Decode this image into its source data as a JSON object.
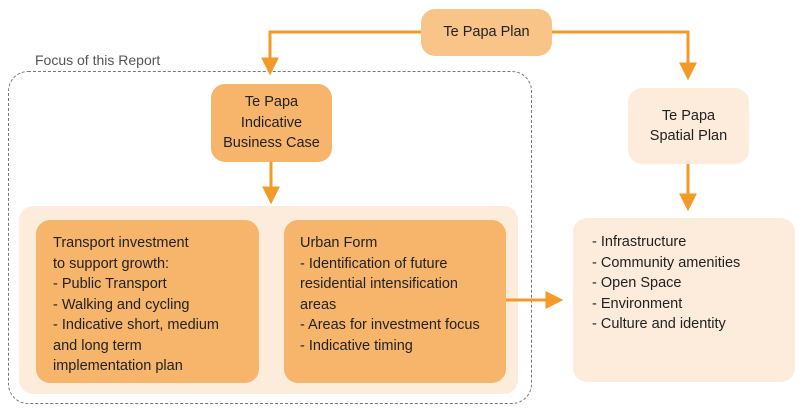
{
  "focus_label": "Focus of this Report",
  "nodes": {
    "plan": {
      "lines": [
        "Te Papa Plan"
      ]
    },
    "business_case": {
      "lines": [
        "Te Papa",
        "Indicative",
        "Business Case"
      ]
    },
    "spatial_plan": {
      "lines": [
        "Te Papa",
        "Spatial Plan"
      ]
    },
    "transport": {
      "lines": [
        "Transport investment",
        "to support growth:",
        "- Public Transport",
        "- Walking and cycling",
        "- Indicative short, medium",
        "and long term",
        "implementation plan"
      ]
    },
    "urban_form": {
      "lines": [
        "Urban Form",
        "- Identification of future",
        "residential intensification",
        "areas",
        "- Areas for investment focus",
        "- Indicative timing"
      ]
    },
    "outcomes": {
      "lines": [
        "- Infrastructure",
        "- Community amenities",
        "- Open Space",
        "- Environment",
        "- Culture and identity"
      ]
    }
  },
  "colors": {
    "arrow": "#F39A29",
    "dark_box": "#F6B56B",
    "mid_box": "#F9C488",
    "light_box": "#FDEBDB",
    "dashed_frame": "#777777"
  }
}
